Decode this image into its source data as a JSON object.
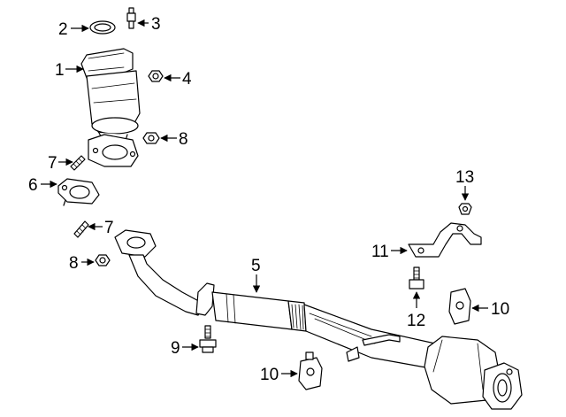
{
  "callouts": {
    "c1": "1",
    "c2": "2",
    "c3": "3",
    "c4": "4",
    "c5": "5",
    "c6": "6",
    "c7a": "7",
    "c7b": "7",
    "c8a": "8",
    "c8b": "8",
    "c9": "9",
    "c10a": "10",
    "c10b": "10",
    "c11": "11",
    "c12": "12",
    "c13": "13"
  }
}
